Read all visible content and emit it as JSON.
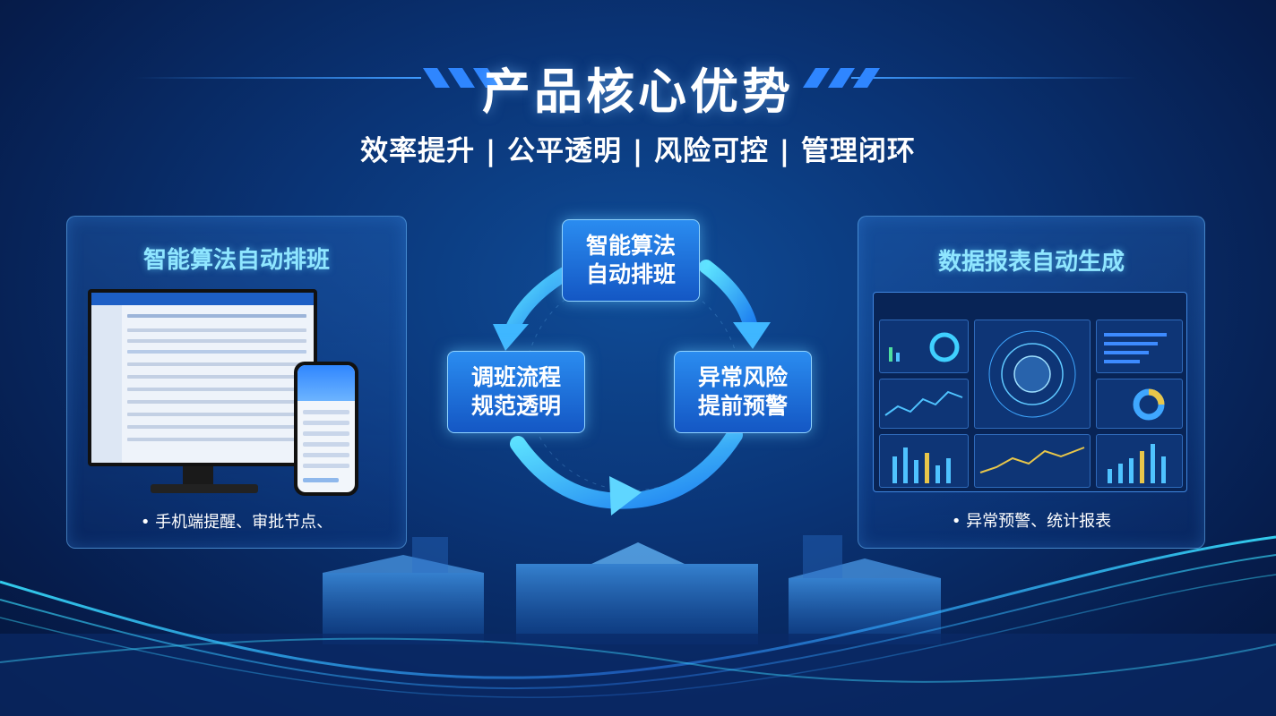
{
  "header": {
    "title": "产品核心优势",
    "subtitle": "效率提升 | 公平透明 | 风险可控 | 管理闭环"
  },
  "left_panel": {
    "title": "智能算法自动排班",
    "note": "• 手机端提醒、审批节点、"
  },
  "right_panel": {
    "title": "数据报表自动生成",
    "note": "• 异常预警、统计报表"
  },
  "cycle": {
    "top": [
      "智能算法",
      "自动排班"
    ],
    "left": [
      "调班流程",
      "规范透明"
    ],
    "right": [
      "异常风险",
      "提前预警"
    ]
  },
  "colors": {
    "accent": "#3f9bff",
    "panel_title": "#8fe6ff",
    "node": "#1f73dc"
  }
}
